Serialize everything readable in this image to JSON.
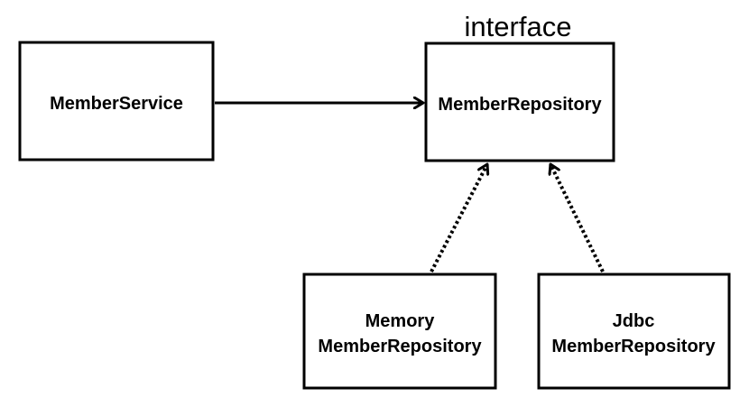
{
  "interface_label": "interface",
  "nodes": {
    "member_service": {
      "label": "MemberService"
    },
    "member_repository": {
      "label": "MemberRepository"
    },
    "memory_member_repository": {
      "line1": "Memory",
      "line2": "MemberRepository"
    },
    "jdbc_member_repository": {
      "line1": "Jdbc",
      "line2": "MemberRepository"
    }
  },
  "edges": [
    {
      "from": "MemberService",
      "to": "MemberRepository",
      "style": "solid"
    },
    {
      "from": "Memory MemberRepository",
      "to": "MemberRepository",
      "style": "dotted"
    },
    {
      "from": "Jdbc MemberRepository",
      "to": "MemberRepository",
      "style": "dotted"
    }
  ],
  "colors": {
    "stroke": "#000000",
    "background": "#ffffff"
  }
}
